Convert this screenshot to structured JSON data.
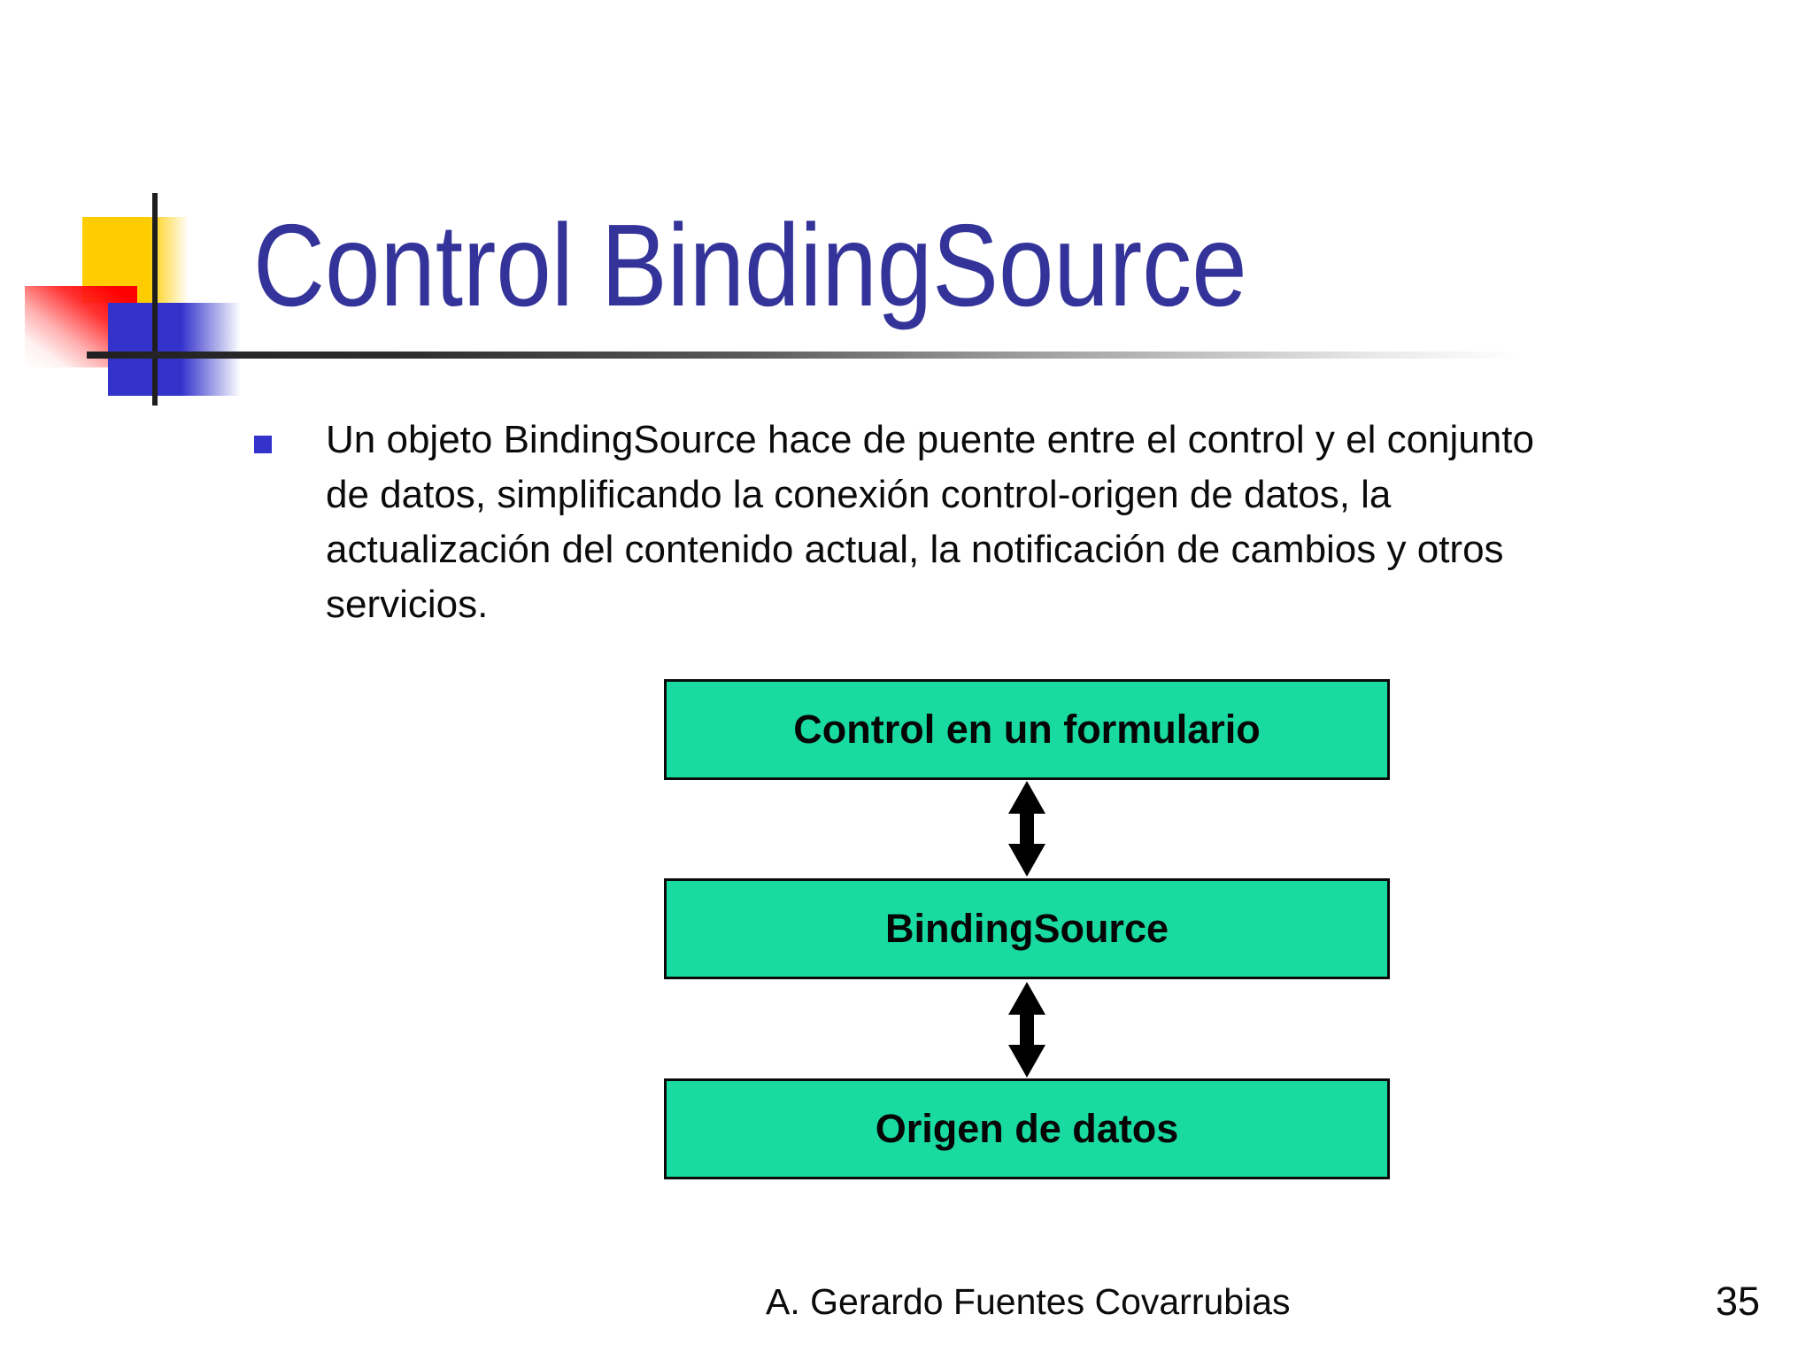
{
  "slide": {
    "title": "Control BindingSource",
    "bullet": {
      "text": "Un objeto BindingSource hace de puente entre el control y el conjunto\nde datos, simplificando la conexión control-origen de datos, la\nactualización del contenido actual, la notificación de cambios y otros\nservicios."
    },
    "footer": {
      "author": "A. Gerardo Fuentes Covarrubias",
      "page_number": "35"
    }
  },
  "diagram": {
    "boxes": [
      {
        "label": "Control en un formulario"
      },
      {
        "label": "BindingSource"
      },
      {
        "label": "Origen de datos"
      }
    ],
    "arrows": [
      {
        "between": "Control en un formulario / BindingSource"
      },
      {
        "between": "BindingSource / Origen de datos"
      }
    ],
    "box_fill_color": "#19DAA0",
    "box_border_color": "#0a0a0a",
    "arrow_color": "#000000"
  },
  "colors": {
    "title_text": "#333399",
    "body_text": "#0b0b0b",
    "bullet_marker": "#3333CC",
    "decoration_yellow": "#FFCC00",
    "decoration_red": "#FF0000",
    "decoration_blue": "#3333CC",
    "decoration_lines": "#1e1e1e"
  }
}
